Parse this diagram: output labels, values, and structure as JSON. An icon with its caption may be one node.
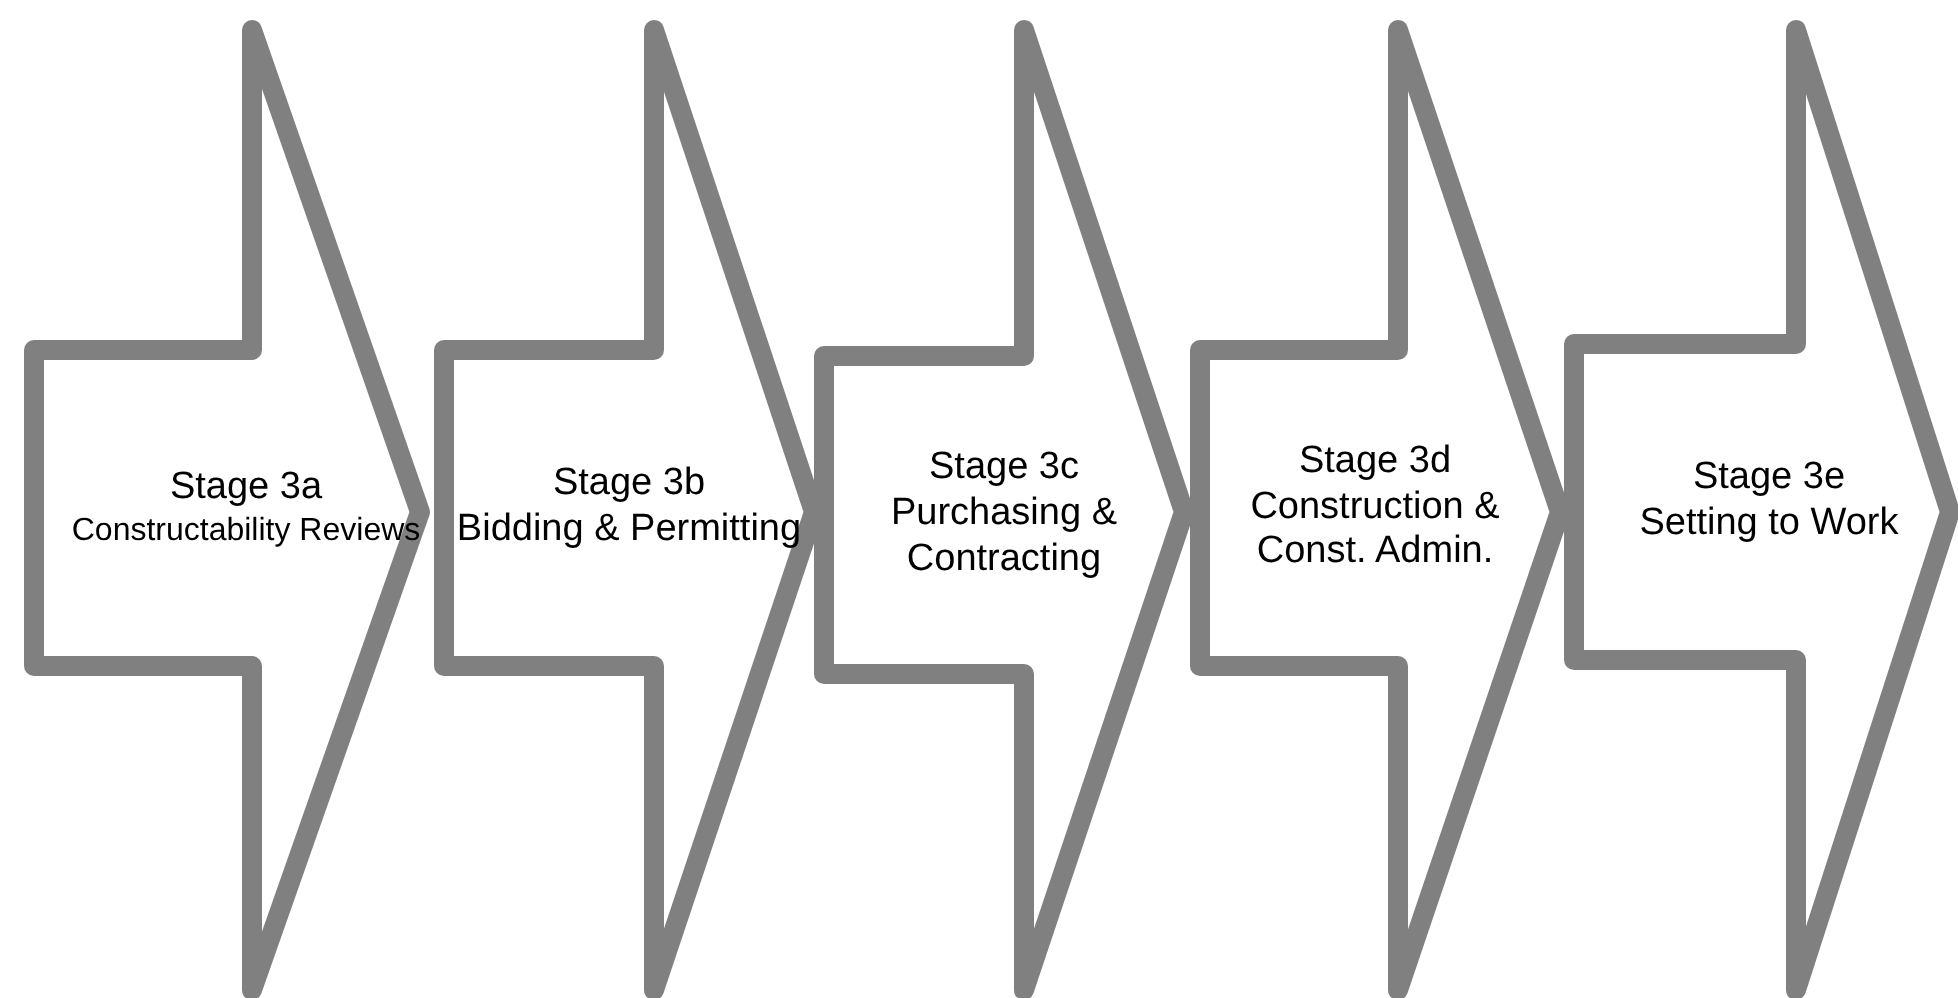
{
  "diagram": {
    "nodes": [
      {
        "text": [
          "Stage 3a",
          "Constructability Reviews"
        ]
      },
      {
        "text": [
          "Stage 3b",
          "Bidding & Permitting"
        ]
      },
      {
        "text": [
          "Stage 3c",
          "Purchasing & Contracting"
        ]
      },
      {
        "text": [
          "Stage 3d",
          "Construction & Const. Admin."
        ]
      },
      {
        "text": [
          "Stage 3e",
          "Setting to Work"
        ]
      }
    ]
  }
}
